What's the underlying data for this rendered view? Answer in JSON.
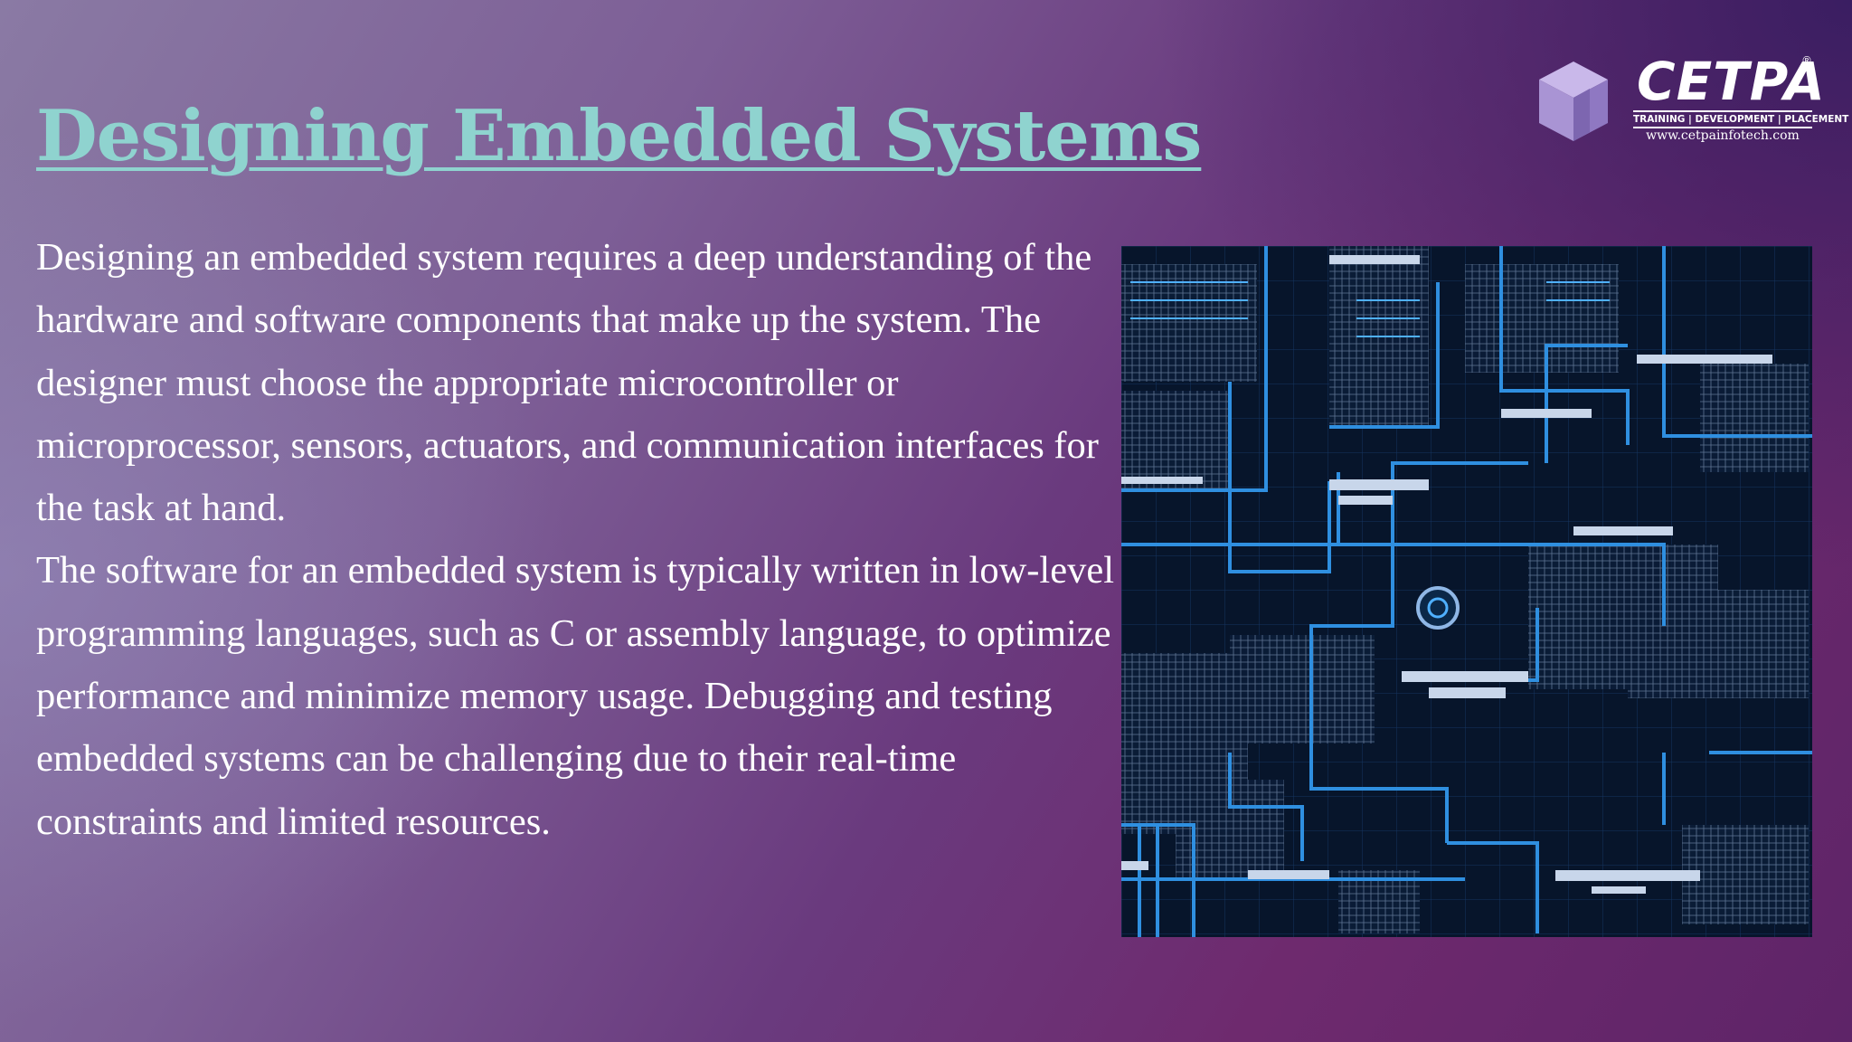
{
  "slide": {
    "title": "Designing Embedded Systems",
    "paragraphs": [
      "Designing an embedded system requires a deep understanding of the hardware and software components that make up the system. The designer must choose the appropriate microcontroller or microprocessor, sensors, actuators, and communication interfaces for the task at hand.",
      "The software for an embedded system is typically written in low-level programming languages, such as C or assembly language, to optimize performance and minimize memory usage. Debugging and testing embedded systems can be challenging due to their real-time constraints and limited resources."
    ]
  },
  "logo": {
    "brand": "CETPA",
    "registered": "®",
    "tagline": "TRAINING | DEVELOPMENT | PLACEMENT",
    "url": "www.cetpainfotech.com",
    "icon": "cube-icon"
  },
  "figure": {
    "icon": "circuit-blueprint-illustration"
  },
  "colors": {
    "title": "#8fd3cf",
    "body_text": "#ffffff",
    "figure_background": "#07152b",
    "figure_trace": "#2f8fe0"
  }
}
